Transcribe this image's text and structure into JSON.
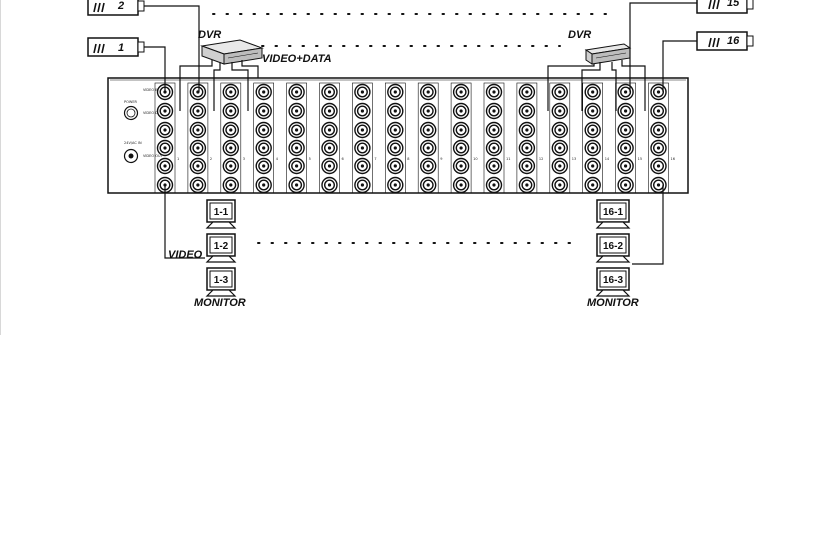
{
  "labels": {
    "dvr_left": "DVR",
    "dvr_right": "DVR",
    "video_data": "VIDEO+DATA",
    "video": "VIDEO",
    "monitor_left": "MONITOR",
    "monitor_right": "MONITOR"
  },
  "cameras": [
    "2",
    "1",
    "15",
    "16"
  ],
  "monitors_left": [
    "1-1",
    "1-2",
    "1-3"
  ],
  "monitors_right": [
    "16-1",
    "16-2",
    "16-3"
  ],
  "panel": {
    "left_labels": [
      "VIDEO IN",
      "POWER",
      "VIDEO DATA",
      "24V/AC IN",
      "VIDEO OUT"
    ],
    "channel_numbers": [
      "1",
      "2",
      "3",
      "4",
      "5",
      "6",
      "7",
      "8",
      "9",
      "10",
      "11",
      "12",
      "13",
      "14",
      "15",
      "16"
    ]
  }
}
